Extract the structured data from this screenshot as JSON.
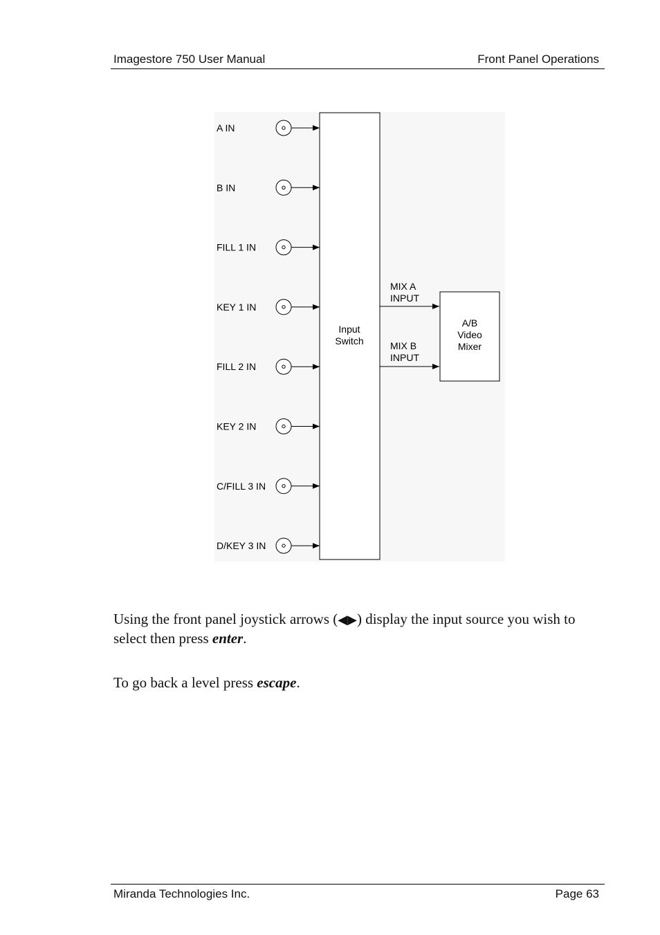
{
  "header": {
    "left": "Imagestore 750 User Manual",
    "right": "Front Panel Operations"
  },
  "diagram": {
    "inputs": [
      "A IN",
      "B IN",
      "FILL 1 IN",
      "KEY 1 IN",
      "FILL 2 IN",
      "KEY 2 IN",
      "C/FILL 3 IN",
      "D/KEY 3 IN"
    ],
    "switch_label": [
      "Input",
      "Switch"
    ],
    "outputs": [
      {
        "label": [
          "MIX A",
          "INPUT"
        ]
      },
      {
        "label": [
          "MIX B",
          "INPUT"
        ]
      }
    ],
    "mixer_label": [
      "A/B",
      "Video",
      "Mixer"
    ]
  },
  "para1": {
    "before": "Using the front panel joystick arrows (",
    "left_arrow": "◀",
    "right_arrow": "▶",
    "after": ") display the input source you wish to select then press ",
    "emph": "enter",
    "end": "."
  },
  "para2": {
    "before": "To go back a level press ",
    "emph": "escape",
    "end": "."
  },
  "footer": {
    "left": "Miranda Technologies Inc.",
    "right": "Page 63"
  }
}
